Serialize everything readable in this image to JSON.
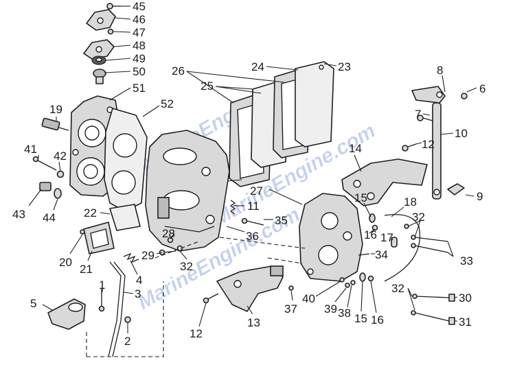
{
  "watermark": "MarineEngine.com",
  "callouts": [
    {
      "id": "45",
      "text": "45"
    },
    {
      "id": "46",
      "text": "46"
    },
    {
      "id": "47",
      "text": "47"
    },
    {
      "id": "48",
      "text": "48"
    },
    {
      "id": "49",
      "text": "49"
    },
    {
      "id": "50",
      "text": "50"
    },
    {
      "id": "51",
      "text": "51"
    },
    {
      "id": "19",
      "text": "19"
    },
    {
      "id": "52",
      "text": "52"
    },
    {
      "id": "26",
      "text": "26"
    },
    {
      "id": "25",
      "text": "25"
    },
    {
      "id": "24",
      "text": "24"
    },
    {
      "id": "23",
      "text": "23"
    },
    {
      "id": "8",
      "text": "8"
    },
    {
      "id": "6",
      "text": "6"
    },
    {
      "id": "7",
      "text": "7"
    },
    {
      "id": "10",
      "text": "10"
    },
    {
      "id": "12a",
      "text": "12"
    },
    {
      "id": "14",
      "text": "14"
    },
    {
      "id": "41",
      "text": "41"
    },
    {
      "id": "42",
      "text": "42"
    },
    {
      "id": "43",
      "text": "43"
    },
    {
      "id": "44",
      "text": "44"
    },
    {
      "id": "22",
      "text": "22"
    },
    {
      "id": "27",
      "text": "27"
    },
    {
      "id": "9",
      "text": "9"
    },
    {
      "id": "11",
      "text": "11"
    },
    {
      "id": "15a",
      "text": "15"
    },
    {
      "id": "18",
      "text": "18"
    },
    {
      "id": "35",
      "text": "35"
    },
    {
      "id": "16a",
      "text": "16"
    },
    {
      "id": "32a",
      "text": "32"
    },
    {
      "id": "28",
      "text": "28"
    },
    {
      "id": "36",
      "text": "36"
    },
    {
      "id": "17",
      "text": "17"
    },
    {
      "id": "20",
      "text": "20"
    },
    {
      "id": "21",
      "text": "21"
    },
    {
      "id": "29",
      "text": "29"
    },
    {
      "id": "32b",
      "text": "32"
    },
    {
      "id": "34",
      "text": "34"
    },
    {
      "id": "33",
      "text": "33"
    },
    {
      "id": "4",
      "text": "4"
    },
    {
      "id": "1",
      "text": "1"
    },
    {
      "id": "3",
      "text": "3"
    },
    {
      "id": "32c",
      "text": "32"
    },
    {
      "id": "30",
      "text": "30"
    },
    {
      "id": "5",
      "text": "5"
    },
    {
      "id": "40",
      "text": "40"
    },
    {
      "id": "37",
      "text": "37"
    },
    {
      "id": "39",
      "text": "39"
    },
    {
      "id": "38",
      "text": "38"
    },
    {
      "id": "15b",
      "text": "15"
    },
    {
      "id": "16b",
      "text": "16"
    },
    {
      "id": "31",
      "text": "31"
    },
    {
      "id": "13",
      "text": "13"
    },
    {
      "id": "2",
      "text": "2"
    },
    {
      "id": "12b",
      "text": "12"
    }
  ]
}
